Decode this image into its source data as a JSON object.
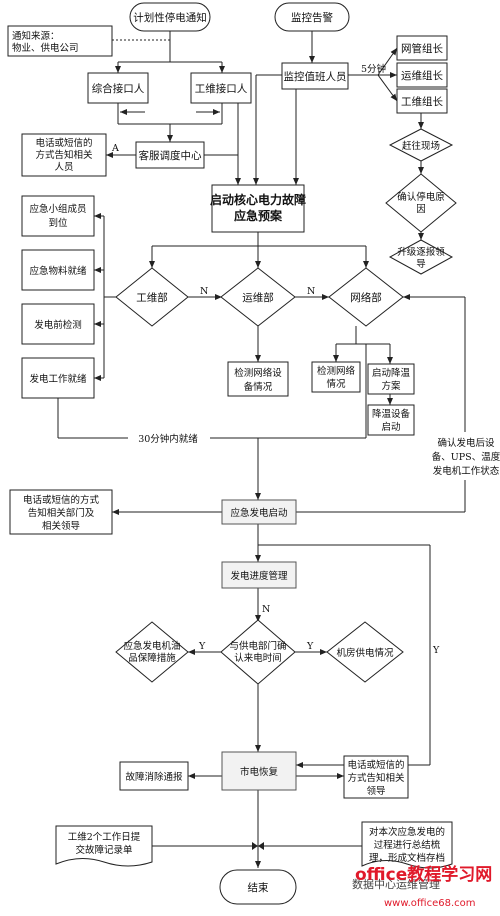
{
  "nodes": {
    "planned_notice": "计划性停电通知",
    "monitor_alarm": "监控告警",
    "source_1": "通知来源：",
    "source_2": "物业、供电公司",
    "integrated_contact": "综合接口人",
    "engineering_contact": "工维接口人",
    "monitor_staff": "监控值班人员",
    "minutes_5": "5分钟",
    "network_leader": "网管组长",
    "ops_leader": "运维组长",
    "eng_leader": "工维组长",
    "customer_dispatch": "客服调度中心",
    "notify_people_1": "电话或短信的",
    "notify_people_2": "方式告知相关",
    "notify_people_3": "人员",
    "go_site": "赶往现场",
    "confirm_outage_1": "确认停电原",
    "confirm_outage_2": "因",
    "escalate_1": "升级逐报领",
    "escalate_2": "导",
    "core_plan_1": "启动核心电力故障",
    "core_plan_2": "应急预案",
    "emergency_team_1": "应急小组成员",
    "emergency_team_2": "到位",
    "materials_ready": "应急物料就绪",
    "pre_gen_check": "发电前检测",
    "gen_work_ready": "发电工作就绪",
    "eng_dept": "工维部",
    "ops_dept": "运维部",
    "net_dept": "网络部",
    "check_net_equip_1": "检测网络设",
    "check_net_equip_2": "备情况",
    "check_net_1": "检测网络",
    "check_net_2": "情况",
    "cooling_plan_1": "启动降温",
    "cooling_plan_2": "方案",
    "cooling_equip_1": "降温设备",
    "cooling_equip_2": "启动",
    "ready_30min": "30分钟内就绪",
    "confirm_after_1": "确认发电后设",
    "confirm_after_2": "备、UPS、温度",
    "confirm_after_3": "发电机工作状态",
    "notify_dept_1": "电话或短信的方式",
    "notify_dept_2": "告知相关部门及",
    "notify_dept_3": "相关领导",
    "emergency_gen_start": "应急发电启动",
    "gen_progress": "发电进度管理",
    "gen_fuel_1": "应急发电机油",
    "gen_fuel_2": "品保障措施",
    "confirm_power_1": "与供电部门确",
    "confirm_power_2": "认来电时间",
    "room_power": "机房供电情况",
    "fault_cleared": "故障消除通报",
    "power_restore": "市电恢复",
    "notify_restore_1": "电话或短信的",
    "notify_restore_2": "方式告知相关",
    "notify_restore_3": "领导",
    "submit_record_1": "工维2个工作日提",
    "submit_record_2": "交故障记录单",
    "summary_1": "对本次应急发电的",
    "summary_2": "过程进行总结梳",
    "summary_3": "理，形成文档存档",
    "end": "结束"
  },
  "labels": {
    "A": "A",
    "N1": "N",
    "N2": "N",
    "N3": "N",
    "Y1": "Y",
    "Y2": "Y",
    "Y3": "Y"
  },
  "watermark": {
    "site": "office教程学习网",
    "url": "www.office68.com",
    "wechat": "数据中心运维管理"
  }
}
